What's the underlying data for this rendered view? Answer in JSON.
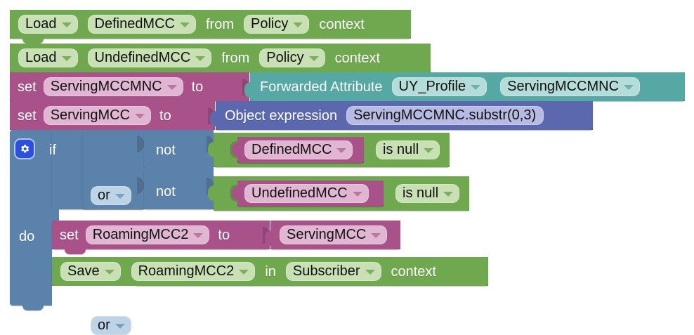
{
  "editor": {
    "name": "blockly-workspace",
    "background": "#ffffff"
  },
  "palette": {
    "green": "#6fa84e",
    "green_field": "#c8e0b4",
    "magenta": "#a85289",
    "magenta_field": "#e1b6d2",
    "blue": "#5b82ab",
    "blue_field": "#bdd3e6",
    "teal": "#55a8a3",
    "teal_field": "#b4dcd8",
    "dark_blue": "#5b68ae",
    "dark_blue_field": "#b7bbe4",
    "gear_icon": "#2b4fe0"
  },
  "blocks": {
    "load_defined": {
      "name": "load-defined-mcc-block",
      "action": "Load",
      "variable": "DefinedMCC",
      "from_label": "from",
      "scope": "Policy",
      "context_label": "context"
    },
    "load_undefined": {
      "name": "load-undefined-mcc-block",
      "action": "Load",
      "variable": "UndefinedMCC",
      "from_label": "from",
      "scope": "Policy",
      "context_label": "context"
    },
    "set_servingmccmnc": {
      "name": "set-servingmccmnc-block",
      "set_label": "set",
      "variable": "ServingMCCMNC",
      "to_label": "to",
      "value_block": {
        "name": "forwarded-attribute-block",
        "label": "Forwarded Attribute",
        "source": "UY_Profile",
        "attribute": "ServingMCCMNC"
      }
    },
    "set_servingmcc": {
      "name": "set-servingmcc-block",
      "set_label": "set",
      "variable": "ServingMCC",
      "to_label": "to",
      "value_block": {
        "name": "object-expression-block",
        "label": "Object expression",
        "expression": "ServingMCCMNC.substr(0,3)"
      }
    },
    "if_block": {
      "name": "if-do-block",
      "mutator_icon": "gear-icon",
      "if_label": "if",
      "do_label": "do",
      "conditions": [
        {
          "operator": null,
          "not_label": "not",
          "check": {
            "variable": "DefinedMCC",
            "test": "is null"
          }
        },
        {
          "operator": "or",
          "not_label": "not",
          "check": {
            "variable": "UndefinedMCC",
            "test": "is null"
          }
        }
      ],
      "body": [
        {
          "name": "set-roamingmcc2-block",
          "set_label": "set",
          "variable": "RoamingMCC2",
          "to_label": "to",
          "value_block": {
            "name": "servingmcc-getter-block",
            "variable": "ServingMCC"
          }
        },
        {
          "name": "save-roamingmcc2-block",
          "action": "Save",
          "variable": "RoamingMCC2",
          "in_label": "in",
          "scope": "Subscriber",
          "context_label": "context"
        }
      ]
    }
  }
}
